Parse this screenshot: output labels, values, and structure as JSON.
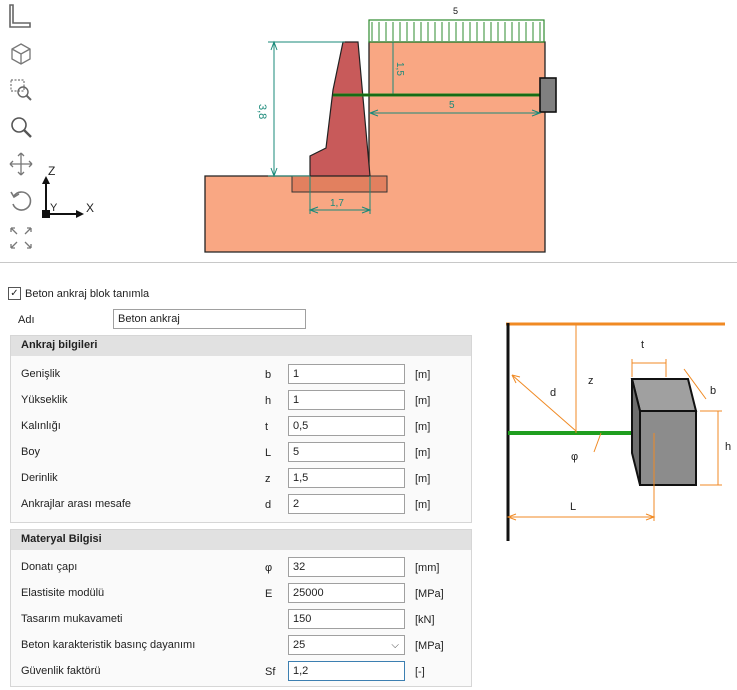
{
  "viewport": {
    "toolbar": [
      {
        "name": "section-view-icon",
        "title": "Kesit"
      },
      {
        "name": "3d-view-icon",
        "title": "3D"
      },
      {
        "name": "zoom-window-icon",
        "title": "Pencere yakınlaştır"
      },
      {
        "name": "zoom-icon",
        "title": "Yakınlaştır"
      },
      {
        "name": "pan-icon",
        "title": "Kaydır"
      },
      {
        "name": "rotate-icon",
        "title": "Döndür"
      },
      {
        "name": "fit-icon",
        "title": "Sığdır"
      }
    ],
    "axis": {
      "z": "Z",
      "y": "Y",
      "x": "X"
    },
    "dims": {
      "top_load": "5",
      "height": "3,8",
      "anchor_depth": "1,5",
      "anchor_length": "5",
      "base_width": "1,7"
    },
    "colors": {
      "soil": "#f9a783",
      "wall": "#c85a5a",
      "load": "#2e8b2e",
      "anchor": "#1f8a1f",
      "dimension": "#1a8a7a"
    }
  },
  "form": {
    "define_block_label": "Beton ankraj blok tanımla",
    "define_block_checked": "✓",
    "name_label": "Adı",
    "name_value": "Beton ankraj",
    "anchor_section": {
      "title": "Ankraj bilgileri",
      "rows": [
        {
          "label": "Genişlik",
          "symbol": "b",
          "value": "1",
          "unit": "[m]"
        },
        {
          "label": "Yükseklik",
          "symbol": "h",
          "value": "1",
          "unit": "[m]"
        },
        {
          "label": "Kalınlığı",
          "symbol": "t",
          "value": "0,5",
          "unit": "[m]"
        },
        {
          "label": "Boy",
          "symbol": "L",
          "value": "5",
          "unit": "[m]"
        },
        {
          "label": "Derinlik",
          "symbol": "z",
          "value": "1,5",
          "unit": "[m]"
        },
        {
          "label": "Ankrajlar arası mesafe",
          "symbol": "d",
          "value": "2",
          "unit": "[m]"
        }
      ]
    },
    "material_section": {
      "title": "Materyal Bilgisi",
      "rows": [
        {
          "label": "Donatı çapı",
          "symbol": "φ",
          "value": "32",
          "unit": "[mm]"
        },
        {
          "label": "Elastisite modülü",
          "symbol": "E",
          "value": "25000",
          "unit": "[MPa]"
        },
        {
          "label": "Tasarım mukavameti",
          "symbol": "",
          "value": "150",
          "unit": "[kN]"
        },
        {
          "label": "Beton karakteristik basınç dayanımı",
          "symbol": "",
          "value": "25",
          "unit": "[MPa]",
          "dropdown": true
        },
        {
          "label": "Güvenlik faktörü",
          "symbol": "Sf",
          "value": "1,2",
          "unit": "[-]"
        }
      ]
    },
    "diagram": {
      "labels": {
        "t": "t",
        "b": "b",
        "h": "h",
        "d": "d",
        "z": "z",
        "phi": "φ",
        "L": "L"
      },
      "colors": {
        "ground": "#f08a24",
        "bar": "#1f9e1f",
        "block": "#8c8c8c"
      }
    }
  }
}
